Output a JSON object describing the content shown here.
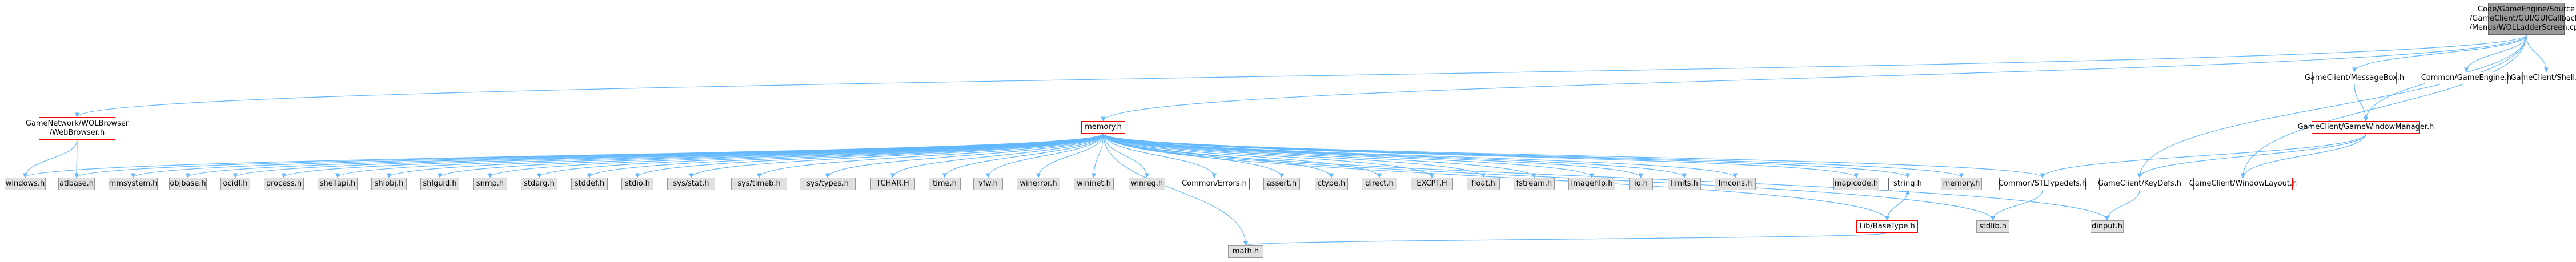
{
  "colors": {
    "edge": "#63b8ff",
    "box_gray": "#e0e0e0",
    "box_root": "#999999",
    "link_border": "#ff0000"
  },
  "nodes": [
    {
      "id": "root",
      "style": "root",
      "label": "Code/GameEngine/Source\n/GameClient/GUI/GUICallbacks\n/Menus/WOLLadderScreen.cpp"
    },
    {
      "id": "webbrowser",
      "style": "red",
      "label": "GameNetwork/WOLBrowser\n/WebBrowser.h"
    },
    {
      "id": "memory",
      "style": "red",
      "label": "memory.h"
    },
    {
      "id": "messagebox",
      "style": "white",
      "label": "GameClient/MessageBox.h"
    },
    {
      "id": "commongameengine",
      "style": "red",
      "label": "Common/GameEngine.h"
    },
    {
      "id": "gameclientshell",
      "style": "white",
      "label": "GameClient/Shell.h"
    },
    {
      "id": "gamewindowmanager",
      "style": "red",
      "label": "GameClient/GameWindowManager.h"
    },
    {
      "id": "windows",
      "style": "gray",
      "label": "windows.h"
    },
    {
      "id": "atlbase",
      "style": "gray",
      "label": "atlbase.h"
    },
    {
      "id": "mmsystem",
      "style": "gray",
      "label": "mmsystem.h"
    },
    {
      "id": "objbase",
      "style": "gray",
      "label": "objbase.h"
    },
    {
      "id": "ocidl",
      "style": "gray",
      "label": "ocidl.h"
    },
    {
      "id": "process",
      "style": "gray",
      "label": "process.h"
    },
    {
      "id": "shellapi",
      "style": "gray",
      "label": "shellapi.h"
    },
    {
      "id": "shlobj",
      "style": "gray",
      "label": "shlobj.h"
    },
    {
      "id": "shlguid",
      "style": "gray",
      "label": "shlguid.h"
    },
    {
      "id": "snmp",
      "style": "gray",
      "label": "snmp.h"
    },
    {
      "id": "stdarg",
      "style": "gray",
      "label": "stdarg.h"
    },
    {
      "id": "stddef",
      "style": "gray",
      "label": "stddef.h"
    },
    {
      "id": "stdio",
      "style": "gray",
      "label": "stdio.h"
    },
    {
      "id": "sysstat",
      "style": "gray",
      "label": "sys/stat.h"
    },
    {
      "id": "systimeb",
      "style": "gray",
      "label": "sys/timeb.h"
    },
    {
      "id": "systypes",
      "style": "gray",
      "label": "sys/types.h"
    },
    {
      "id": "tchar",
      "style": "gray",
      "label": "TCHAR.H"
    },
    {
      "id": "time",
      "style": "gray",
      "label": "time.h"
    },
    {
      "id": "vfw",
      "style": "gray",
      "label": "vfw.h"
    },
    {
      "id": "winerror",
      "style": "gray",
      "label": "winerror.h"
    },
    {
      "id": "wininet",
      "style": "gray",
      "label": "wininet.h"
    },
    {
      "id": "winreg",
      "style": "gray",
      "label": "winreg.h"
    },
    {
      "id": "commonerrors",
      "style": "white",
      "label": "Common/Errors.h"
    },
    {
      "id": "assert",
      "style": "gray",
      "label": "assert.h"
    },
    {
      "id": "ctype",
      "style": "gray",
      "label": "ctype.h"
    },
    {
      "id": "direct",
      "style": "gray",
      "label": "direct.h"
    },
    {
      "id": "excpt",
      "style": "gray",
      "label": "EXCPT.H"
    },
    {
      "id": "float",
      "style": "gray",
      "label": "float.h"
    },
    {
      "id": "fstream",
      "style": "gray",
      "label": "fstream.h"
    },
    {
      "id": "imagehlp",
      "style": "gray",
      "label": "imagehlp.h"
    },
    {
      "id": "io",
      "style": "gray",
      "label": "io.h"
    },
    {
      "id": "limits",
      "style": "gray",
      "label": "limits.h"
    },
    {
      "id": "lmcons",
      "style": "gray",
      "label": "lmcons.h"
    },
    {
      "id": "mapicode",
      "style": "gray",
      "label": "mapicode.h"
    },
    {
      "id": "string",
      "style": "white",
      "label": "string.h"
    },
    {
      "id": "memoryh2",
      "style": "gray",
      "label": "memory.h"
    },
    {
      "id": "stltypedefs",
      "style": "red",
      "label": "Common/STLTypedefs.h"
    },
    {
      "id": "keydefs",
      "style": "white",
      "label": "GameClient/KeyDefs.h"
    },
    {
      "id": "windowlayout",
      "style": "red",
      "label": "GameClient/WindowLayout.h"
    },
    {
      "id": "libbasetype",
      "style": "red",
      "label": "Lib/BaseType.h"
    },
    {
      "id": "stdlib",
      "style": "gray",
      "label": "stdlib.h"
    },
    {
      "id": "dinput",
      "style": "gray",
      "label": "dinput.h"
    },
    {
      "id": "math",
      "style": "gray",
      "label": "math.h"
    }
  ],
  "edges": [
    [
      "root",
      "webbrowser"
    ],
    [
      "root",
      "memory"
    ],
    [
      "root",
      "messagebox"
    ],
    [
      "root",
      "commongameengine"
    ],
    [
      "root",
      "gameclientshell"
    ],
    [
      "root",
      "gamewindowmanager"
    ],
    [
      "root",
      "keydefs"
    ],
    [
      "root",
      "windowlayout"
    ],
    [
      "webbrowser",
      "windows"
    ],
    [
      "webbrowser",
      "atlbase"
    ],
    [
      "memory",
      "windows"
    ],
    [
      "memory",
      "atlbase"
    ],
    [
      "memory",
      "mmsystem"
    ],
    [
      "memory",
      "objbase"
    ],
    [
      "memory",
      "ocidl"
    ],
    [
      "memory",
      "process"
    ],
    [
      "memory",
      "shellapi"
    ],
    [
      "memory",
      "shlobj"
    ],
    [
      "memory",
      "shlguid"
    ],
    [
      "memory",
      "snmp"
    ],
    [
      "memory",
      "stdarg"
    ],
    [
      "memory",
      "stddef"
    ],
    [
      "memory",
      "stdio"
    ],
    [
      "memory",
      "sysstat"
    ],
    [
      "memory",
      "systimeb"
    ],
    [
      "memory",
      "systypes"
    ],
    [
      "memory",
      "tchar"
    ],
    [
      "memory",
      "time"
    ],
    [
      "memory",
      "vfw"
    ],
    [
      "memory",
      "winerror"
    ],
    [
      "memory",
      "wininet"
    ],
    [
      "memory",
      "winreg"
    ],
    [
      "memory",
      "commonerrors"
    ],
    [
      "memory",
      "assert"
    ],
    [
      "memory",
      "ctype"
    ],
    [
      "memory",
      "direct"
    ],
    [
      "memory",
      "excpt"
    ],
    [
      "memory",
      "float"
    ],
    [
      "memory",
      "fstream"
    ],
    [
      "memory",
      "imagehlp"
    ],
    [
      "memory",
      "io"
    ],
    [
      "memory",
      "limits"
    ],
    [
      "memory",
      "lmcons"
    ],
    [
      "memory",
      "mapicode"
    ],
    [
      "memory",
      "string"
    ],
    [
      "memory",
      "memoryh2"
    ],
    [
      "memory",
      "stltypedefs"
    ],
    [
      "memory",
      "libbasetype"
    ],
    [
      "memory",
      "math"
    ],
    [
      "memory",
      "stdlib"
    ],
    [
      "memory",
      "dinput"
    ],
    [
      "messagebox",
      "gamewindowmanager"
    ],
    [
      "gamewindowmanager",
      "stltypedefs"
    ],
    [
      "gamewindowmanager",
      "keydefs"
    ],
    [
      "gamewindowmanager",
      "windowlayout"
    ],
    [
      "keydefs",
      "dinput"
    ],
    [
      "stltypedefs",
      "stdlib"
    ],
    [
      "libbasetype",
      "string"
    ],
    [
      "string",
      "libbasetype"
    ],
    [
      "libbasetype",
      "math"
    ]
  ]
}
